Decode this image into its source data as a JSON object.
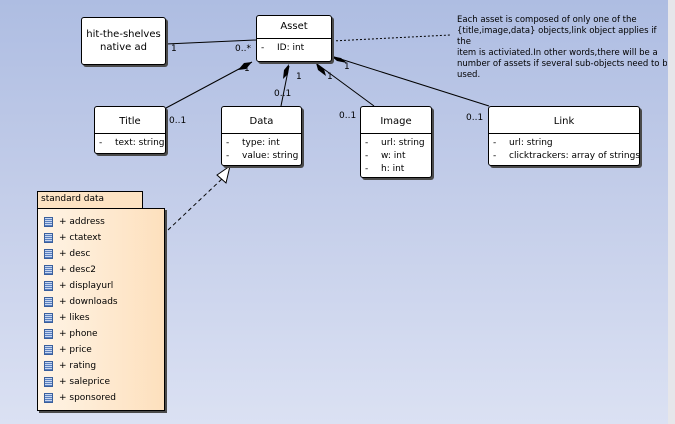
{
  "nodes": {
    "ad": {
      "line1": "hit-the-shelves",
      "line2": "native ad"
    },
    "asset": {
      "name": "Asset",
      "attrs": [
        {
          "vis": "-",
          "text": "ID: int"
        }
      ]
    },
    "title": {
      "name": "Title",
      "attrs": [
        {
          "vis": "-",
          "text": "text: string"
        }
      ]
    },
    "data": {
      "name": "Data",
      "attrs": [
        {
          "vis": "-",
          "text": "type: int"
        },
        {
          "vis": "-",
          "text": "value: string"
        }
      ]
    },
    "image": {
      "name": "Image",
      "attrs": [
        {
          "vis": "-",
          "text": "url: string"
        },
        {
          "vis": "-",
          "text": "w: int"
        },
        {
          "vis": "-",
          "text": "h: int"
        }
      ]
    },
    "link": {
      "name": "Link",
      "attrs": [
        {
          "vis": "-",
          "text": "url: string"
        },
        {
          "vis": "-",
          "text": "clicktrackers: array of strings"
        }
      ]
    }
  },
  "multiplicities": {
    "ad_end": "1",
    "asset_ad_end": "0..*",
    "title_asset": "1",
    "title_end": "0..1",
    "data_asset": "1",
    "data_end": "0..1",
    "image_asset": "1",
    "image_end": "0..1",
    "link_asset": "1",
    "link_end": "0..1"
  },
  "note": {
    "lines": [
      "Each asset is composed of only one of the",
      "{title,image,data} objects,link object applies if the",
      "item is activiated.In other words,there will be a",
      "number of assets if several sub-objects need to be",
      "used."
    ]
  },
  "package": {
    "name": "standard data",
    "items": [
      "+ address",
      "+ ctatext",
      "+ desc",
      "+ desc2",
      "+ displayurl",
      "+ downloads",
      "+ likes",
      "+ phone",
      "+ price",
      "+ rating",
      "+ saleprice",
      "+ sponsored"
    ]
  }
}
